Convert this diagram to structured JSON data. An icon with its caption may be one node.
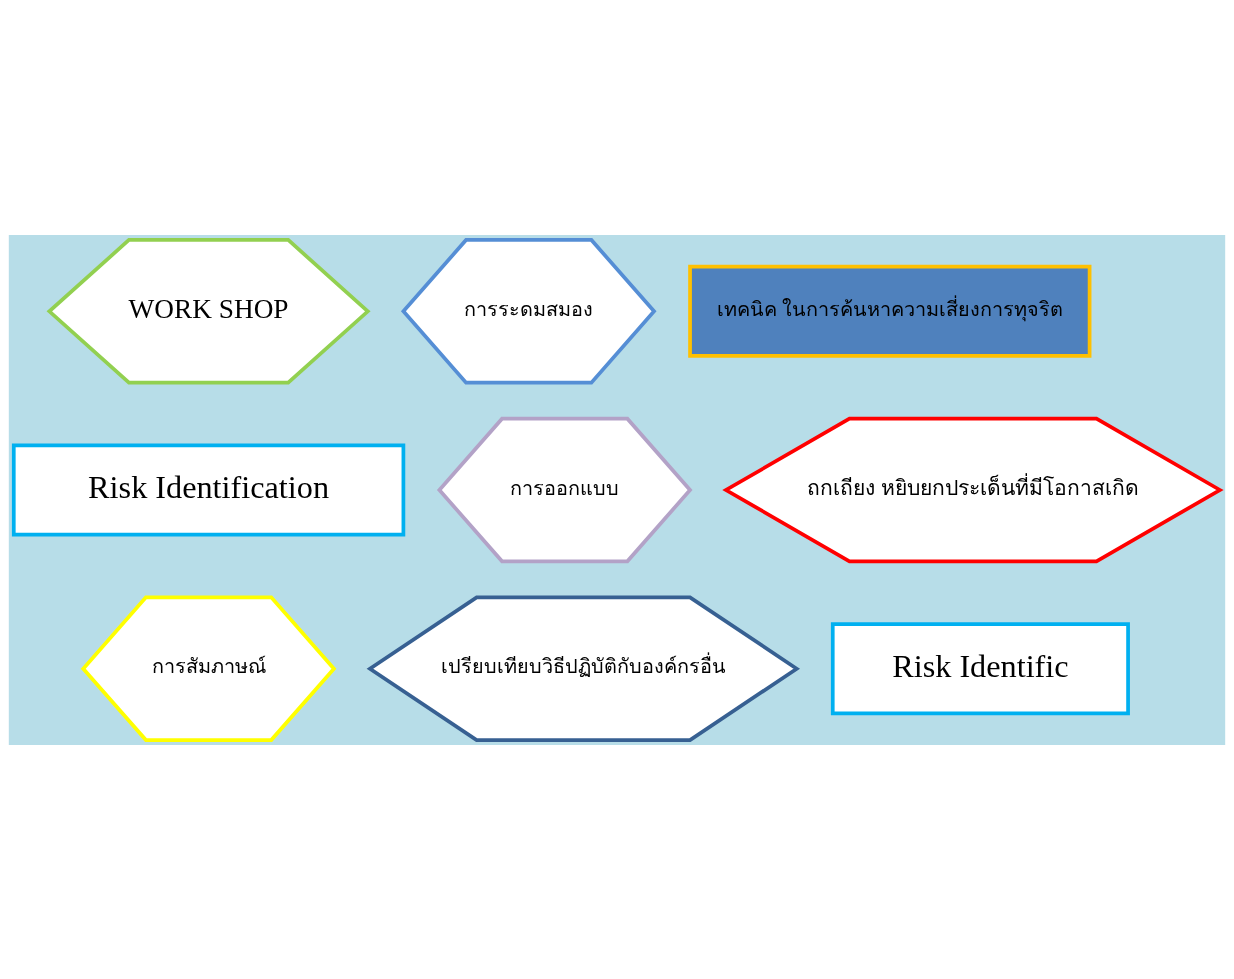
{
  "diagram": {
    "nodes": [
      {
        "text": [
          "เทคนิค ในการค้นหาความเสี่ยงการทุจริต"
        ]
      },
      {
        "text": [
          "WORK SHOP"
        ]
      },
      {
        "text": [
          "การระดมสมอง"
        ]
      },
      {
        "text": [
          "Risk Identification"
        ]
      },
      {
        "text": [
          "การออกแบบ"
        ]
      },
      {
        "text": [
          "ถกเถียง หยิบยกประเด็นที่มีโอกาสเกิด"
        ]
      },
      {
        "text": [
          "การสัมภาษณ์"
        ]
      },
      {
        "text": [
          "เปรียบเทียบวิธีปฏิบัติกับองค์กรอื่น"
        ]
      },
      {
        "text": [
          "Risk Identific"
        ]
      }
    ]
  }
}
